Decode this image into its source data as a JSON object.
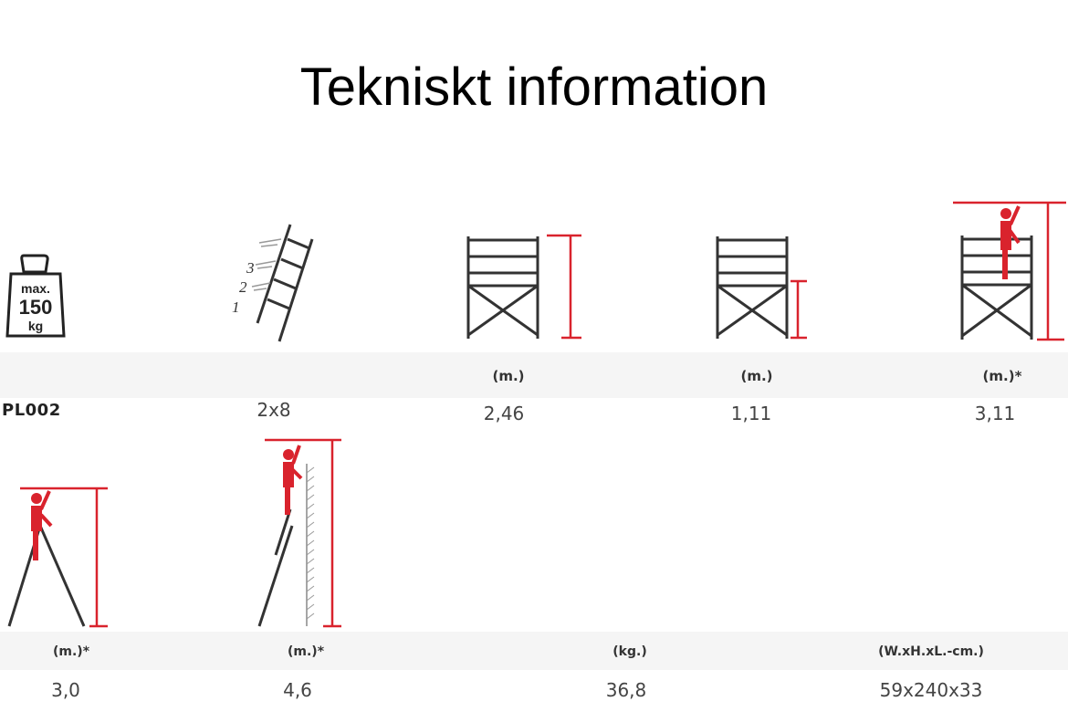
{
  "title": "Tekniskt information",
  "weight_icon": {
    "top": "max.",
    "value": "150",
    "unit": "kg"
  },
  "ladder_icon": {
    "steps": [
      "3",
      "2",
      "1"
    ]
  },
  "row1": {
    "units": [
      "(m.)",
      "(m.)",
      "(m.)*"
    ],
    "model": "PL002",
    "values": [
      "2x8",
      "2,46",
      "1,11",
      "3,11"
    ]
  },
  "row2": {
    "units": [
      "(m.)*",
      "(m.)*",
      "(kg.)",
      "(W.xH.xL.-cm.)"
    ],
    "values": [
      "3,0",
      "4,6",
      "36,8",
      "59x240x33"
    ]
  },
  "colors": {
    "accent": "#d9232d",
    "line": "#333333",
    "band": "#f5f5f5"
  }
}
